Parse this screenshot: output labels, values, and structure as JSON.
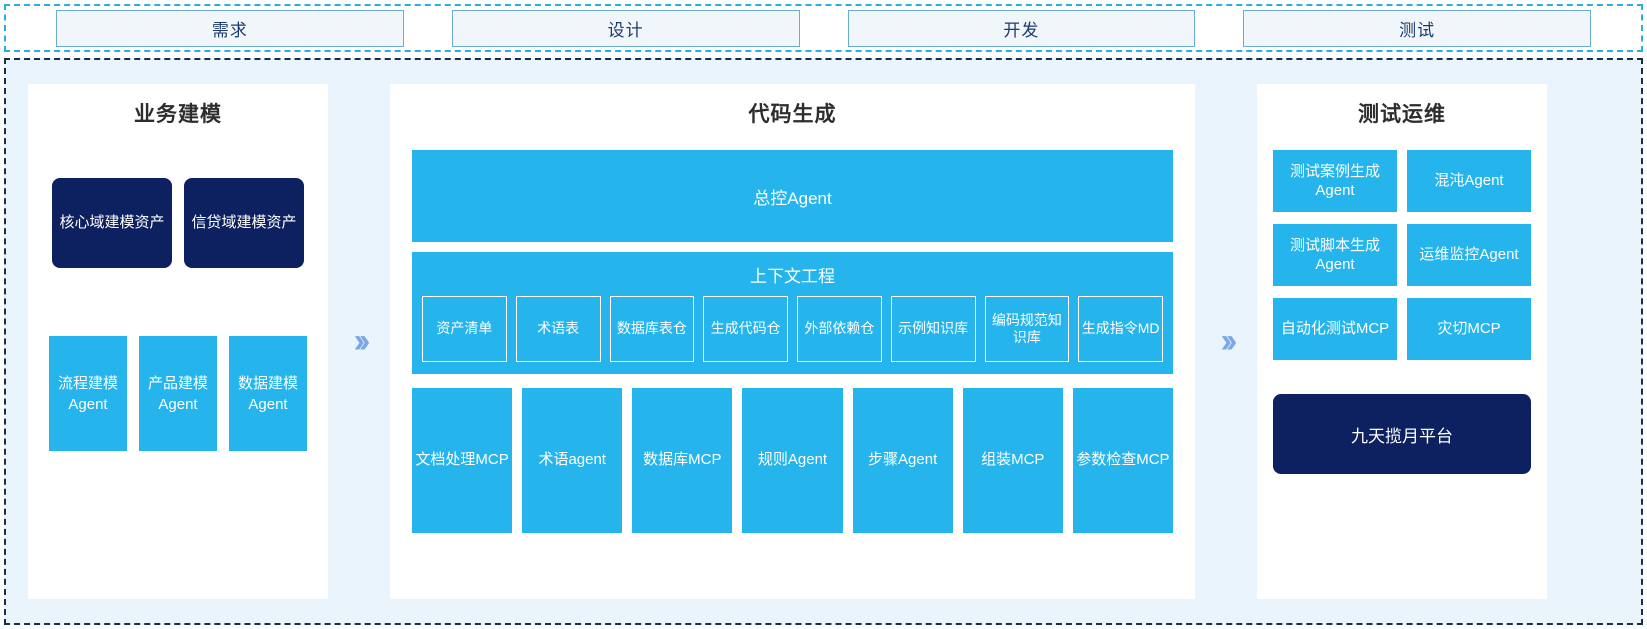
{
  "stages": [
    {
      "label": "需求"
    },
    {
      "label": "设计"
    },
    {
      "label": "开发"
    },
    {
      "label": "测试"
    }
  ],
  "separators": {
    "chevron_glyph": "››"
  },
  "panels": {
    "business_modeling": {
      "title": "业务建模",
      "assets": [
        {
          "label": "核心域建模资产"
        },
        {
          "label": "信贷域建模资产"
        }
      ],
      "agents": [
        {
          "label": "流程建模Agent"
        },
        {
          "label": "产品建模Agent"
        },
        {
          "label": "数据建模Agent"
        }
      ]
    },
    "code_generation": {
      "title": "代码生成",
      "master_agent": "总控Agent",
      "context_engineering": {
        "title": "上下文工程",
        "items": [
          {
            "label": "资产清单"
          },
          {
            "label": "术语表"
          },
          {
            "label": "数据库表仓"
          },
          {
            "label": "生成代码仓"
          },
          {
            "label": "外部依赖仓"
          },
          {
            "label": "示例知识库"
          },
          {
            "label": "编码规范知识库"
          },
          {
            "label": "生成指令MD"
          }
        ]
      },
      "tools": [
        {
          "label": "文档处理MCP"
        },
        {
          "label": "术语agent"
        },
        {
          "label": "数据库MCP"
        },
        {
          "label": "规则Agent"
        },
        {
          "label": "步骤Agent"
        },
        {
          "label": "组装MCP"
        },
        {
          "label": "参数检查MCP"
        }
      ]
    },
    "test_ops": {
      "title": "测试运维",
      "items": [
        {
          "label": "测试案例生成Agent"
        },
        {
          "label": "混沌Agent"
        },
        {
          "label": "测试脚本生成Agent"
        },
        {
          "label": "运维监控Agent"
        },
        {
          "label": "自动化测试MCP"
        },
        {
          "label": "灾切MCP"
        }
      ],
      "platform": "九天揽月平台"
    }
  },
  "colors": {
    "accent_cyan": "#25b5ec",
    "accent_navy": "#0d2060",
    "panel_bg": "#e9f4fd",
    "chevron": "#7ba7e8",
    "stage_border": "#6aaecb",
    "stage_fill": "#f1f6fa"
  }
}
